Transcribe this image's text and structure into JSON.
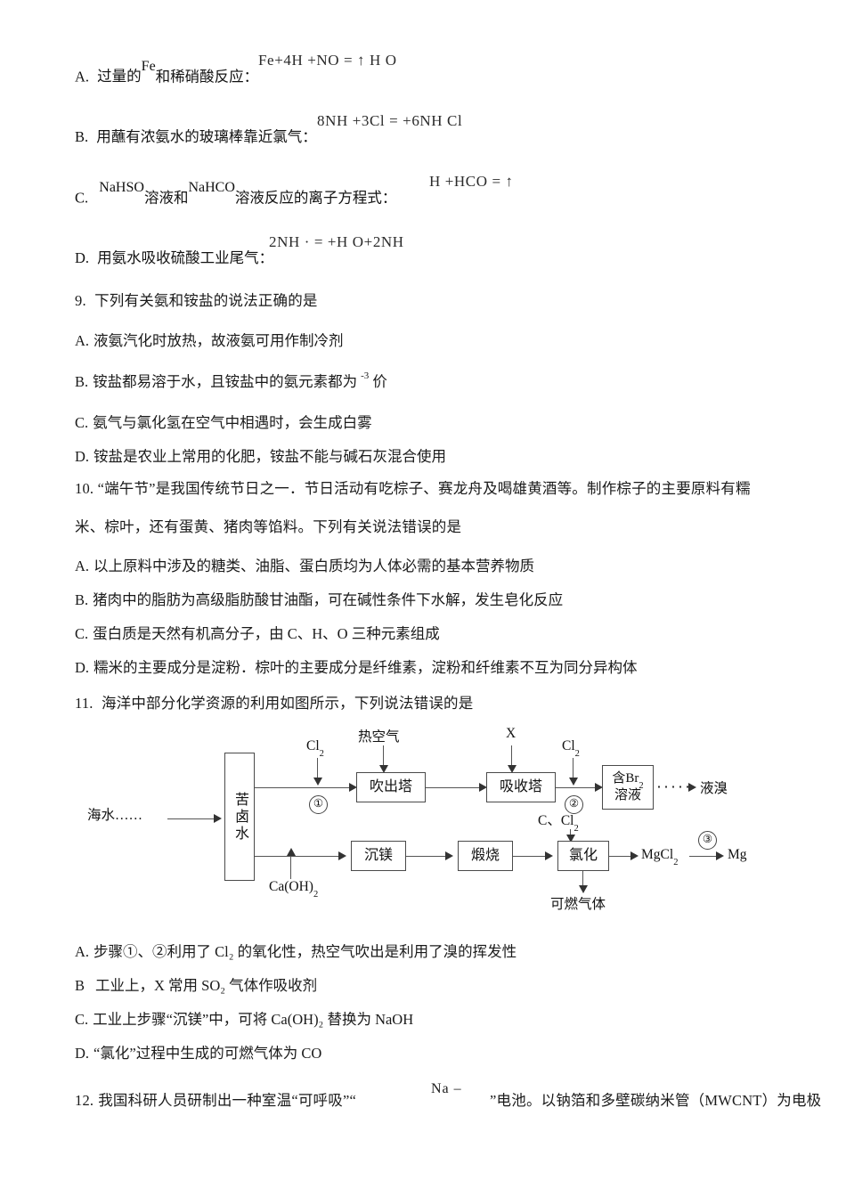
{
  "question8_options": [
    {
      "letter": "A.",
      "stem": "过量的 Fe 和稀硝酸反应：",
      "stem_pre": "过量的",
      "stem_chem": "Fe",
      "stem_post": "和稀硝酸反应：",
      "formula": "Fe+4H +NO =            ↑    H O"
    },
    {
      "letter": "B.",
      "stem": "用蘸有浓氨水的玻璃棒靠近氯气：",
      "formula": "8NH +3Cl =    +6NH Cl"
    },
    {
      "letter": "C.",
      "stem_pre": "",
      "stem_chem1": "NaHSO",
      "stem_mid": "溶液和",
      "stem_chem2": "NaHCO",
      "stem_post": "溶液反应的离子方程式：",
      "formula": "H +HCO =            ↑"
    },
    {
      "letter": "D.",
      "stem": "用氨水吸收硫酸工业尾气：",
      "formula": "2NH ·        =     +H O+2NH"
    }
  ],
  "question9": {
    "number": "9.",
    "stem": "下列有关氨和铵盐的说法正确的是",
    "options": [
      {
        "letter": "A.",
        "text": "液氨汽化时放热，故液氨可用作制冷剂"
      },
      {
        "letter": "B.",
        "text_pre": "铵盐都易溶于水，且铵盐中的氨元素都为",
        "sup": "-3",
        "text_post": "价"
      },
      {
        "letter": "C.",
        "text": "氨气与氯化氢在空气中相遇时，会生成白雾"
      },
      {
        "letter": "D.",
        "text": "铵盐是农业上常用的化肥，铵盐不能与碱石灰混合使用"
      }
    ]
  },
  "question10": {
    "number": "10.",
    "stem_line1": "“端午节”是我国传统节日之一．节日活动有吃棕子、赛龙舟及喝雄黄酒等。制作棕子的主要原料有糯",
    "stem_line2": "米、棕叶，还有蛋黄、猪肉等馅料。下列有关说法错误的是",
    "options": [
      {
        "letter": "A.",
        "text": "以上原料中涉及的糖类、油脂、蛋白质均为人体必需的基本营养物质"
      },
      {
        "letter": "B.",
        "text": "猪肉中的脂肪为高级脂肪酸甘油酯，可在碱性条件下水解，发生皂化反应"
      },
      {
        "letter": "C.",
        "text": "蛋白质是天然有机高分子，由 C、H、O 三种元素组成"
      },
      {
        "letter": "D.",
        "text": "糯米的主要成分是淀粉．棕叶的主要成分是纤维素，淀粉和纤维素不互为同分异构体"
      }
    ]
  },
  "question11": {
    "number": "11.",
    "stem": "海洋中部分化学资源的利用如图所示，下列说法错误的是",
    "diagram": {
      "input_label": "海水……",
      "box_bitter_brine": "苦卤水",
      "reagent_cl2_1": "Cl",
      "reagent_cl2_1_sub": "2",
      "step1": "①",
      "reagent_hot_air": "热空气",
      "box_blow_tower": "吹出塔",
      "reagent_x": "X",
      "box_absorb_tower": "吸收塔",
      "reagent_cl2_2": "Cl",
      "reagent_cl2_2_sub": "2",
      "step2": "②",
      "box_br2_solution_line1": "含Br",
      "box_br2_solution_line1_sub": "2",
      "box_br2_solution_line2": "溶液",
      "output_liquid_bromine": "液溴",
      "reagent_caoh2": "Ca(OH)",
      "reagent_caoh2_sub": "2",
      "box_precipitate_mg": "沉镁",
      "box_calcine": "煅烧",
      "reagent_c_cl2": "C、Cl",
      "reagent_c_cl2_sub": "2",
      "box_chlorination": "氯化",
      "output_flammable_gas": "可燃气体",
      "output_mgcl2": "MgCl",
      "output_mgcl2_sub": "2",
      "step3": "③",
      "output_mg": "Mg"
    },
    "options": [
      {
        "letter": "A.",
        "text": "步骤①、②利用了 Cl₂ 的氧化性，热空气吹出是利用了溴的挥发性"
      },
      {
        "letter": "B",
        "text": "工业上，X 常用 SO₂ 气体作吸收剂"
      },
      {
        "letter": "C.",
        "text": "工业上步骤“沉镁”中，可将 Ca(OH)₂ 替换为 NaOH"
      },
      {
        "letter": "D.",
        "text": "“氯化”过程中生成的可燃气体为 CO"
      }
    ]
  },
  "question12": {
    "number": "12.",
    "stem_pre": "我国科研人员研制出一种室温“可呼吸”“",
    "stem_chem": "Na –",
    "stem_post": "”电池。以钠箔和多壁碳纳米管（MWCNT）为电极"
  }
}
